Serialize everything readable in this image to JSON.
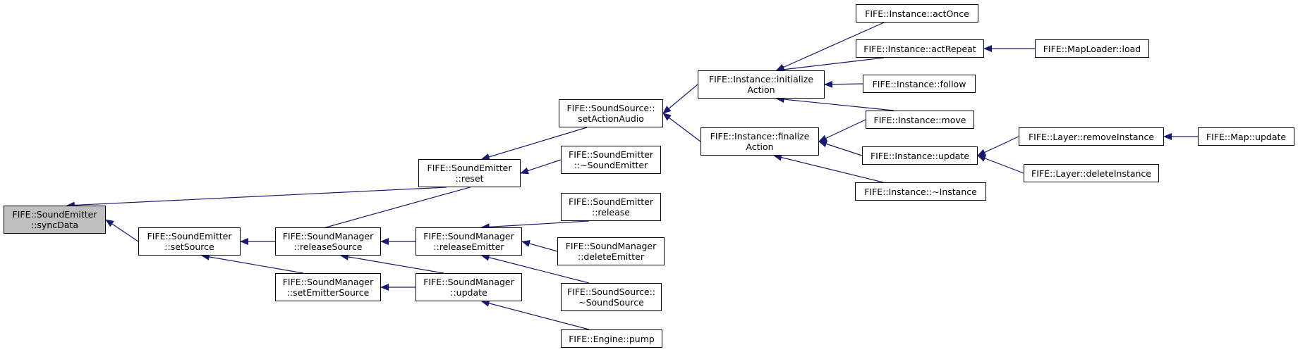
{
  "diagram": {
    "edge_color": "#191970",
    "root_fill": "#bfbfbf",
    "nodes": [
      {
        "id": "syncData",
        "label": "FIFE::SoundEmitter\n::syncData",
        "root": true
      },
      {
        "id": "reset",
        "label": "FIFE::SoundEmitter\n::reset"
      },
      {
        "id": "setSource",
        "label": "FIFE::SoundEmitter\n::setSource"
      },
      {
        "id": "setActionAudio",
        "label": "FIFE::SoundSource::\nsetActionAudio"
      },
      {
        "id": "dtorEmitter",
        "label": "FIFE::SoundEmitter\n::~SoundEmitter"
      },
      {
        "id": "releaseSource",
        "label": "FIFE::SoundManager\n::releaseSource"
      },
      {
        "id": "setEmitterSource",
        "label": "FIFE::SoundManager\n::setEmitterSource"
      },
      {
        "id": "initializeAction",
        "label": "FIFE::Instance::initialize\nAction"
      },
      {
        "id": "finalizeAction",
        "label": "FIFE::Instance::finalize\nAction"
      },
      {
        "id": "releaseEmitter",
        "label": "FIFE::SoundManager\n::releaseEmitter"
      },
      {
        "id": "smUpdate",
        "label": "FIFE::SoundManager\n::update"
      },
      {
        "id": "emitterRelease",
        "label": "FIFE::SoundEmitter\n::release"
      },
      {
        "id": "deleteEmitter",
        "label": "FIFE::SoundManager\n::deleteEmitter"
      },
      {
        "id": "dtorSource",
        "label": "FIFE::SoundSource::\n~SoundSource"
      },
      {
        "id": "pump",
        "label": "FIFE::Engine::pump"
      },
      {
        "id": "actOnce",
        "label": "FIFE::Instance::actOnce"
      },
      {
        "id": "actRepeat",
        "label": "FIFE::Instance::actRepeat"
      },
      {
        "id": "follow",
        "label": "FIFE::Instance::follow"
      },
      {
        "id": "move",
        "label": "FIFE::Instance::move"
      },
      {
        "id": "instUpdate",
        "label": "FIFE::Instance::update"
      },
      {
        "id": "dtorInstance",
        "label": "FIFE::Instance::~Instance"
      },
      {
        "id": "mapLoaderLoad",
        "label": "FIFE::MapLoader::load"
      },
      {
        "id": "removeInstance",
        "label": "FIFE::Layer::removeInstance"
      },
      {
        "id": "deleteInstance",
        "label": "FIFE::Layer::deleteInstance"
      },
      {
        "id": "mapUpdate",
        "label": "FIFE::Map::update"
      }
    ],
    "edges": [
      {
        "from": "reset",
        "to": "syncData"
      },
      {
        "from": "setSource",
        "to": "syncData"
      },
      {
        "from": "setActionAudio",
        "to": "reset"
      },
      {
        "from": "dtorEmitter",
        "to": "reset"
      },
      {
        "from": "releaseSource",
        "to": "reset"
      },
      {
        "from": "releaseSource",
        "to": "setSource"
      },
      {
        "from": "setEmitterSource",
        "to": "setSource"
      },
      {
        "from": "initializeAction",
        "to": "setActionAudio"
      },
      {
        "from": "finalizeAction",
        "to": "setActionAudio"
      },
      {
        "from": "releaseEmitter",
        "to": "releaseSource"
      },
      {
        "from": "smUpdate",
        "to": "releaseSource"
      },
      {
        "from": "smUpdate",
        "to": "setEmitterSource"
      },
      {
        "from": "emitterRelease",
        "to": "releaseEmitter"
      },
      {
        "from": "deleteEmitter",
        "to": "releaseEmitter"
      },
      {
        "from": "dtorSource",
        "to": "releaseEmitter"
      },
      {
        "from": "pump",
        "to": "smUpdate"
      },
      {
        "from": "actOnce",
        "to": "initializeAction"
      },
      {
        "from": "actRepeat",
        "to": "initializeAction"
      },
      {
        "from": "follow",
        "to": "initializeAction"
      },
      {
        "from": "move",
        "to": "initializeAction"
      },
      {
        "from": "move",
        "to": "finalizeAction"
      },
      {
        "from": "instUpdate",
        "to": "finalizeAction"
      },
      {
        "from": "dtorInstance",
        "to": "finalizeAction"
      },
      {
        "from": "mapLoaderLoad",
        "to": "actRepeat"
      },
      {
        "from": "removeInstance",
        "to": "instUpdate"
      },
      {
        "from": "deleteInstance",
        "to": "instUpdate"
      },
      {
        "from": "mapUpdate",
        "to": "removeInstance"
      }
    ]
  }
}
